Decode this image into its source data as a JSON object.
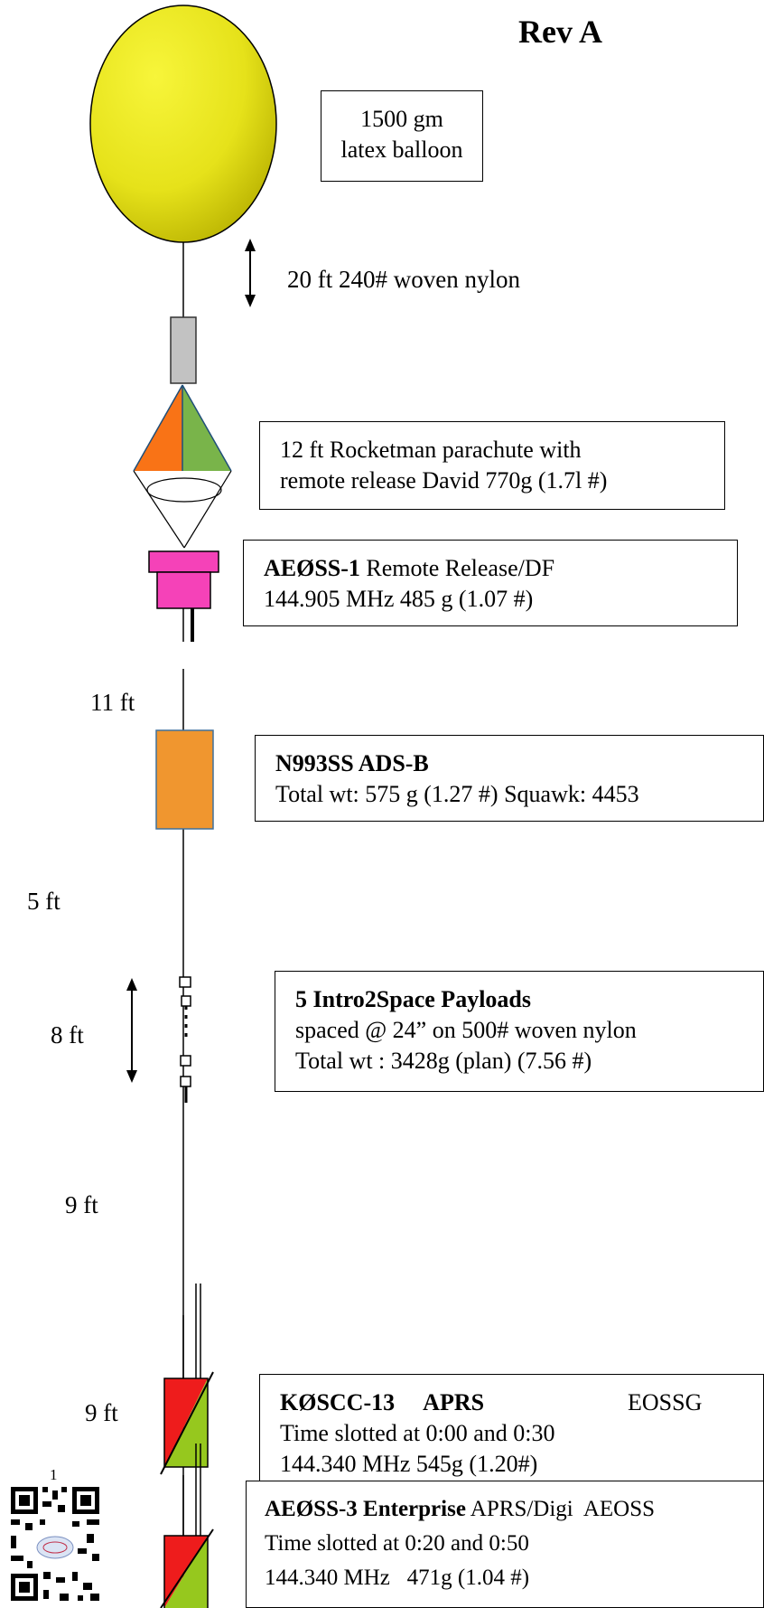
{
  "header": {
    "revision": "Rev A",
    "page_number": "1"
  },
  "balloon": {
    "label_line1": "1500 gm",
    "label_line2": "latex balloon"
  },
  "tether_top": {
    "label": "20 ft 240# woven nylon"
  },
  "parachute": {
    "line1": "12 ft Rocketman parachute with",
    "line2": "remote release David 770g (1.7l #)"
  },
  "release": {
    "name": "AEØSS-1",
    "desc": " Remote Release/DF",
    "line2": "144.905 MHz 485 g (1.07 #)"
  },
  "adsb": {
    "name": "N993SS ADS-B",
    "line2": "Total wt:  575 g (1.27 #) Squawk: 4453"
  },
  "intro2space": {
    "name": "5 Intro2Space Payloads",
    "line2": "spaced @ 24” on 500# woven nylon",
    "line3": "Total wt : 3428g (plan)  (7.56 #)"
  },
  "aprs1": {
    "name": "KØSCC-13     APRS",
    "tag": "EOSSG",
    "line2": "Time slotted at 0:00 and 0:30",
    "line3": "144.340 MHz  545g  (1.20#)"
  },
  "aprs2": {
    "name": "AEØSS-3 Enterprise",
    "desc": " APRS/Digi  AEOSS",
    "line2": "Time slotted at 0:20 and 0:50",
    "line3": "144.340 MHz   471g (1.04 #)"
  },
  "spacings": {
    "s1": "11 ft",
    "s2": "5  ft",
    "s3": "8 ft",
    "s4": "9 ft",
    "s5": "9 ft"
  },
  "colors": {
    "balloon_light": "#f4f230",
    "balloon_dark": "#c6bf00",
    "parachute_orange": "#f97316",
    "parachute_green": "#79b44a",
    "release_magenta": "#f542b8",
    "adsb_orange": "#f0962f",
    "aprs_red": "#ee1c1c",
    "aprs_green": "#96c81e",
    "cylinder_gray": "#c2c2c2"
  }
}
